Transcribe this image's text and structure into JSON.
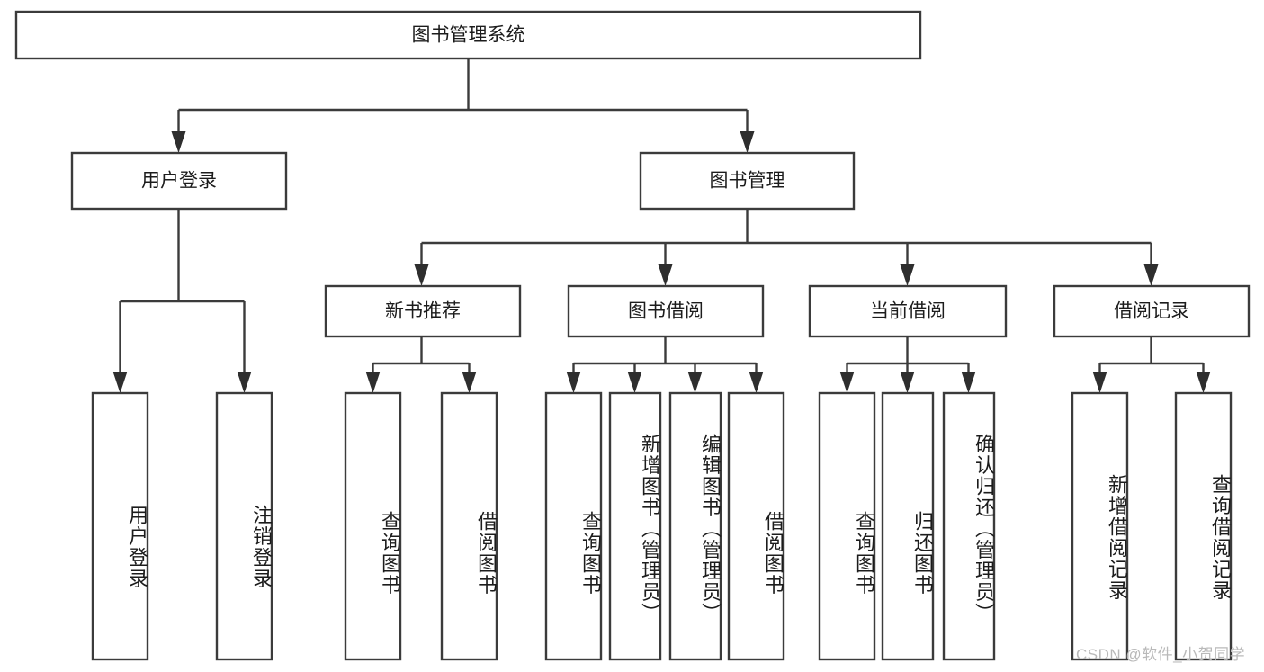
{
  "diagram": {
    "title": "图书管理系统",
    "type": "tree-hierarchy",
    "root": {
      "id": "root",
      "label": "图书管理系统",
      "orientation": "horizontal"
    },
    "level2": [
      {
        "id": "user-login",
        "label": "用户登录",
        "orientation": "horizontal"
      },
      {
        "id": "book-management",
        "label": "图书管理",
        "orientation": "horizontal"
      }
    ],
    "level3": [
      {
        "id": "new-book-recommend",
        "label": "新书推荐",
        "orientation": "horizontal"
      },
      {
        "id": "book-borrow",
        "label": "图书借阅",
        "orientation": "horizontal"
      },
      {
        "id": "current-borrow",
        "label": "当前借阅",
        "orientation": "horizontal"
      },
      {
        "id": "borrow-record",
        "label": "借阅记录",
        "orientation": "horizontal"
      }
    ],
    "leaves": [
      {
        "id": "leaf-user-login",
        "label": "用户登录",
        "parent": "user-login",
        "orientation": "vertical"
      },
      {
        "id": "leaf-logout-login",
        "label": "注销登录",
        "parent": "user-login",
        "orientation": "vertical"
      },
      {
        "id": "leaf-query-book-1",
        "label": "查询图书",
        "parent": "new-book-recommend",
        "orientation": "vertical"
      },
      {
        "id": "leaf-borrow-book-1",
        "label": "借阅图书",
        "parent": "new-book-recommend",
        "orientation": "vertical"
      },
      {
        "id": "leaf-query-book-2",
        "label": "查询图书",
        "parent": "book-borrow",
        "orientation": "vertical"
      },
      {
        "id": "leaf-add-book",
        "label": "新增图书（管理员）",
        "parent": "book-borrow",
        "orientation": "vertical"
      },
      {
        "id": "leaf-edit-book",
        "label": "编辑图书（管理员）",
        "parent": "book-borrow",
        "orientation": "vertical"
      },
      {
        "id": "leaf-borrow-book-2",
        "label": "借阅图书",
        "parent": "book-borrow",
        "orientation": "vertical"
      },
      {
        "id": "leaf-query-book-3",
        "label": "查询图书",
        "parent": "current-borrow",
        "orientation": "vertical"
      },
      {
        "id": "leaf-return-book",
        "label": "归还图书",
        "parent": "current-borrow",
        "orientation": "vertical"
      },
      {
        "id": "leaf-confirm-return",
        "label": "确认归还（管理员）",
        "parent": "current-borrow",
        "orientation": "vertical"
      },
      {
        "id": "leaf-add-borrow-record",
        "label": "新增借阅记录",
        "parent": "borrow-record",
        "orientation": "vertical"
      },
      {
        "id": "leaf-query-borrow-record",
        "label": "查询借阅记录",
        "parent": "borrow-record",
        "orientation": "vertical"
      }
    ],
    "colors": {
      "box_stroke": "#3b3b3b",
      "box_fill": "#ffffff",
      "connector": "#3b3b3b",
      "text": "#1c1c1c",
      "background": "#ffffff",
      "watermark": "#b9b9b9"
    }
  },
  "watermark": {
    "text": "CSDN @软件_小贺同学"
  }
}
